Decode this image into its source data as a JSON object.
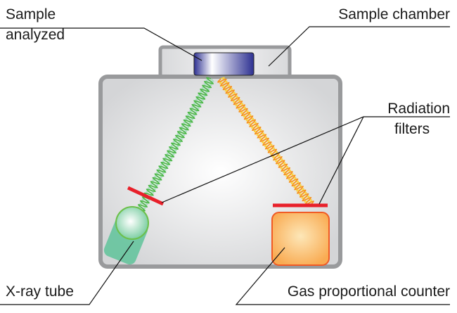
{
  "labels": {
    "sample_line1": "Sample",
    "sample_line2": "analyzed",
    "chamber": "Sample chamber",
    "filters_line1": "Radiation",
    "filters_line2": "filters",
    "tube": "X-ray tube",
    "counter": "Gas proportional counter"
  },
  "colors": {
    "primary_beam": "#4cb848",
    "fluorescence_beam": "#f7941d",
    "filter": "#e8202a",
    "sample": "#2e3192",
    "tube": "#5fc39a",
    "counter": "#f9b35a",
    "housing": "#999a9c"
  }
}
